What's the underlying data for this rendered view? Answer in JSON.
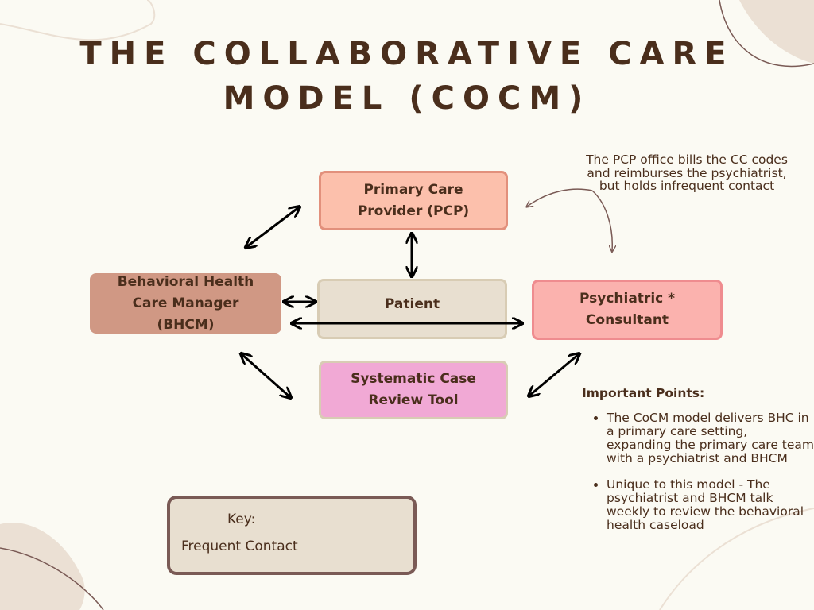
{
  "title": "THE COLLABORATIVE CARE MODEL (COCM)",
  "nodes": {
    "pcp": "Primary Care Provider (PCP)",
    "bhcm": "Behavioral Health Care Manager (BHCM)",
    "patient": "Patient",
    "psychiatric": "Psychiatric * Consultant",
    "scrt": "Systematic Case Review Tool"
  },
  "billing_note": "The PCP office bills the CC codes and reimburses the psychiatrist, but holds infrequent contact",
  "important_points": {
    "heading": "Important Points:",
    "items": [
      "The CoCM model delivers BHC in a primary care setting, expanding the primary care team with a psychiatrist and BHCM",
      "Unique to this model - The psychiatrist and BHCM talk weekly to review the behavioral health caseload"
    ]
  },
  "key": {
    "title": "Key:",
    "frequent_contact": "Frequent Contact"
  },
  "colors": {
    "text": "#4a2e1c",
    "pcp": "#fcc0ac",
    "bhcm": "#d09884",
    "patient": "#e8dfd0",
    "psychiatric": "#fbb2ae",
    "scrt": "#f1a9d5",
    "background": "#fbfaf3"
  }
}
